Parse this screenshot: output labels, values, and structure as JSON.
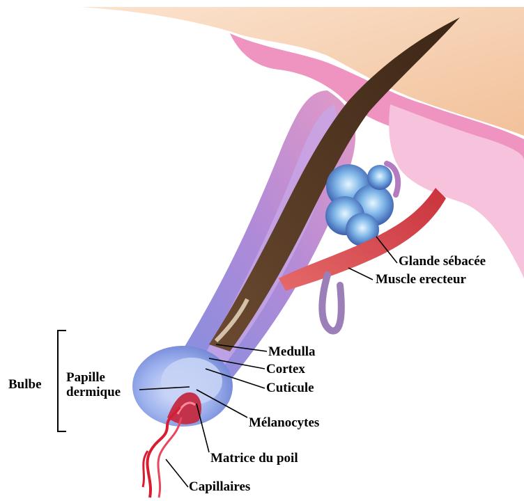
{
  "labels": {
    "glande_sebacee": "Glande sébacée",
    "muscle_erecteur": "Muscle erecteur",
    "medulla": "Medulla",
    "cortex": "Cortex",
    "cuticule": "Cuticule",
    "bulbe": "Bulbe",
    "papille_line1": "Papille",
    "papille_line2": "dermique",
    "melanocytes": "Mélanocytes",
    "matrice": "Matrice du poil",
    "capillaires": "Capillaires"
  },
  "colors": {
    "skin_tan": "#f3c8a4",
    "epidermis_pink": "#e97bb0",
    "dermis_pink": "#f5b7d3",
    "follicle_purple": "#9a86d9",
    "bulb_blue": "#8ea6e8",
    "hair_shaft": "#5a3a24",
    "muscle_red": "#d8464a",
    "gland_blue": "#4b79c9",
    "capillary_red": "#d81d33"
  }
}
